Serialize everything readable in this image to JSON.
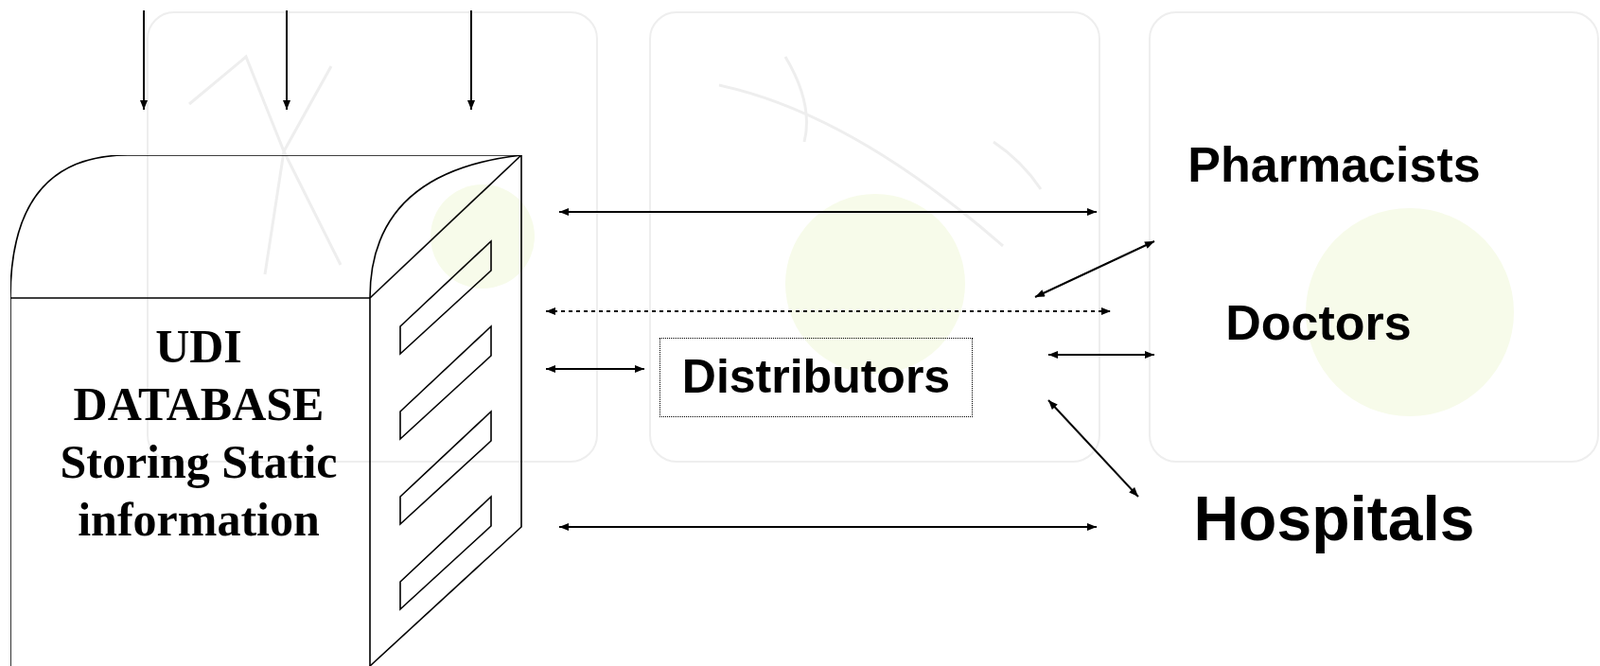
{
  "diagram": {
    "nodes": [
      {
        "text": [
          "UDI DATABASE Storing Static information"
        ]
      },
      {
        "text": [
          "Pharmacists"
        ]
      },
      {
        "text": [
          "Doctors"
        ]
      },
      {
        "text": [
          "Distributors"
        ]
      },
      {
        "text": [
          "Hospitals"
        ]
      }
    ],
    "edges": [
      {
        "from": 0,
        "to": 1,
        "arrow": "both"
      },
      {
        "from": 0,
        "to": 2,
        "arrow": "both"
      },
      {
        "from": 0,
        "to": 3,
        "arrow": "both"
      },
      {
        "from": 0,
        "to": 4,
        "arrow": "both"
      },
      {
        "from": 3,
        "to": 1,
        "arrow": "both"
      },
      {
        "from": 3,
        "to": 2,
        "arrow": "both"
      },
      {
        "from": 3,
        "to": 4,
        "arrow": "both"
      }
    ]
  }
}
